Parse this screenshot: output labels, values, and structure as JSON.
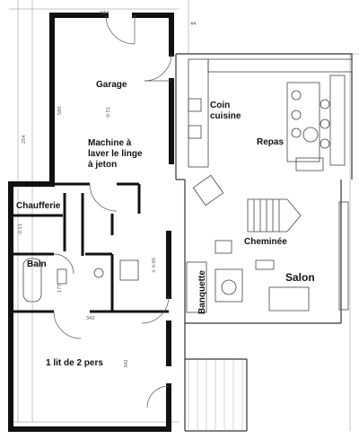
{
  "rooms": {
    "garage": "Garage",
    "machine": "Machine à\nlaver le linge\nà jeton",
    "chaufferie": "Chaufferie",
    "bain": "Bain",
    "chambre": "1 lit de 2 pers",
    "coin_cuisine": "Coin\ncuisine",
    "repas": "Repas",
    "cheminee": "Cheminée",
    "salon": "Salon",
    "banquette": "Banquette"
  },
  "annotations": {
    "garage_level": "-0.51",
    "chaufferie_level": "-0.51",
    "bain_level": "± 0.00",
    "dim_garage_width": "564",
    "dim_garage_height": "580",
    "dim_bain": "177",
    "dim_chambre_width": "342",
    "dim_chambre_height": "342",
    "dim_top": "44",
    "dim_side": "254"
  }
}
